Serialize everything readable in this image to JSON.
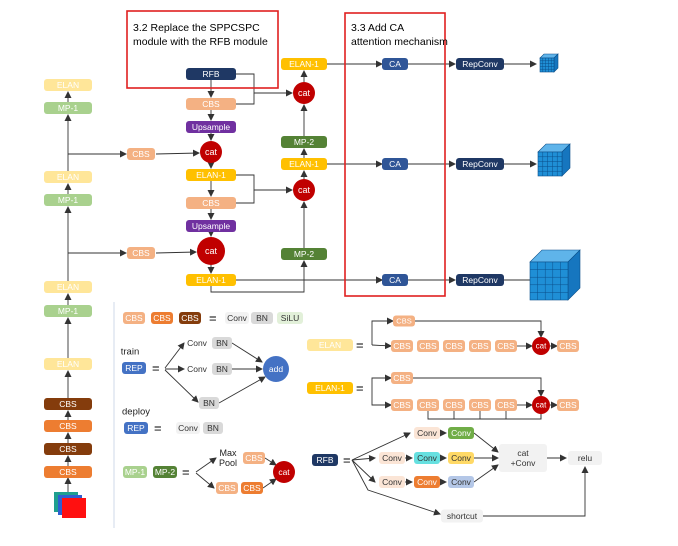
{
  "callouts": {
    "rfb": {
      "line1": "3.2     Replace the SPPCSPC",
      "line2": "module with the RFB module"
    },
    "ca": {
      "line1": "3.3       Add  CA",
      "line2": "attention mechanism"
    }
  },
  "colors": {
    "cbs_light": "#f4b183",
    "cbs_orange": "#ed7d31",
    "cbs_dark": "#843c0c",
    "elan_pale": "#ffe699",
    "elan": "#ffc000",
    "mp1": "#a9d18e",
    "mp2": "#548235",
    "upsample": "#7030a0",
    "cat": "#c00000",
    "navy": "#1f3864",
    "ca": "#2f5597",
    "rep": "#4472c4",
    "grey": "#d9d9d9",
    "red_frame": "#e02020",
    "cube": "#1f8fd6"
  },
  "backbone": [
    "CBS",
    "CBS",
    "CBS",
    "CBS",
    "ELAN",
    "MP-1",
    "ELAN",
    "MP-1",
    "ELAN",
    "MP-1",
    "ELAN"
  ],
  "neck": {
    "rfb": "RFB",
    "cbs": "CBS",
    "upsample": "Upsample",
    "cat": "cat",
    "elan1": "ELAN-1",
    "mp2": "MP-2",
    "ca": "CA",
    "repconv": "RepConv"
  },
  "legend": {
    "cbs_row": {
      "cbs": "CBS",
      "conv": "Conv",
      "bn": "BN",
      "silu": "SiLU"
    },
    "train_label": "train",
    "deploy_label": "deploy",
    "rep": "REP",
    "conv": "Conv",
    "bn": "BN",
    "add": "add",
    "mp": {
      "mp1": "MP-1",
      "mp2": "MP-2",
      "maxpool": "Max\nPool",
      "cbs": "CBS",
      "cat": "cat"
    },
    "elan": {
      "elan": "ELAN",
      "elan1": "ELAN-1",
      "cbs": "CBS",
      "cat": "cat"
    },
    "rfb": {
      "rfb": "RFB",
      "conv": "Conv",
      "cat_conv": "cat\n+Conv",
      "relu": "relu",
      "shortcut": "shortcut"
    }
  }
}
